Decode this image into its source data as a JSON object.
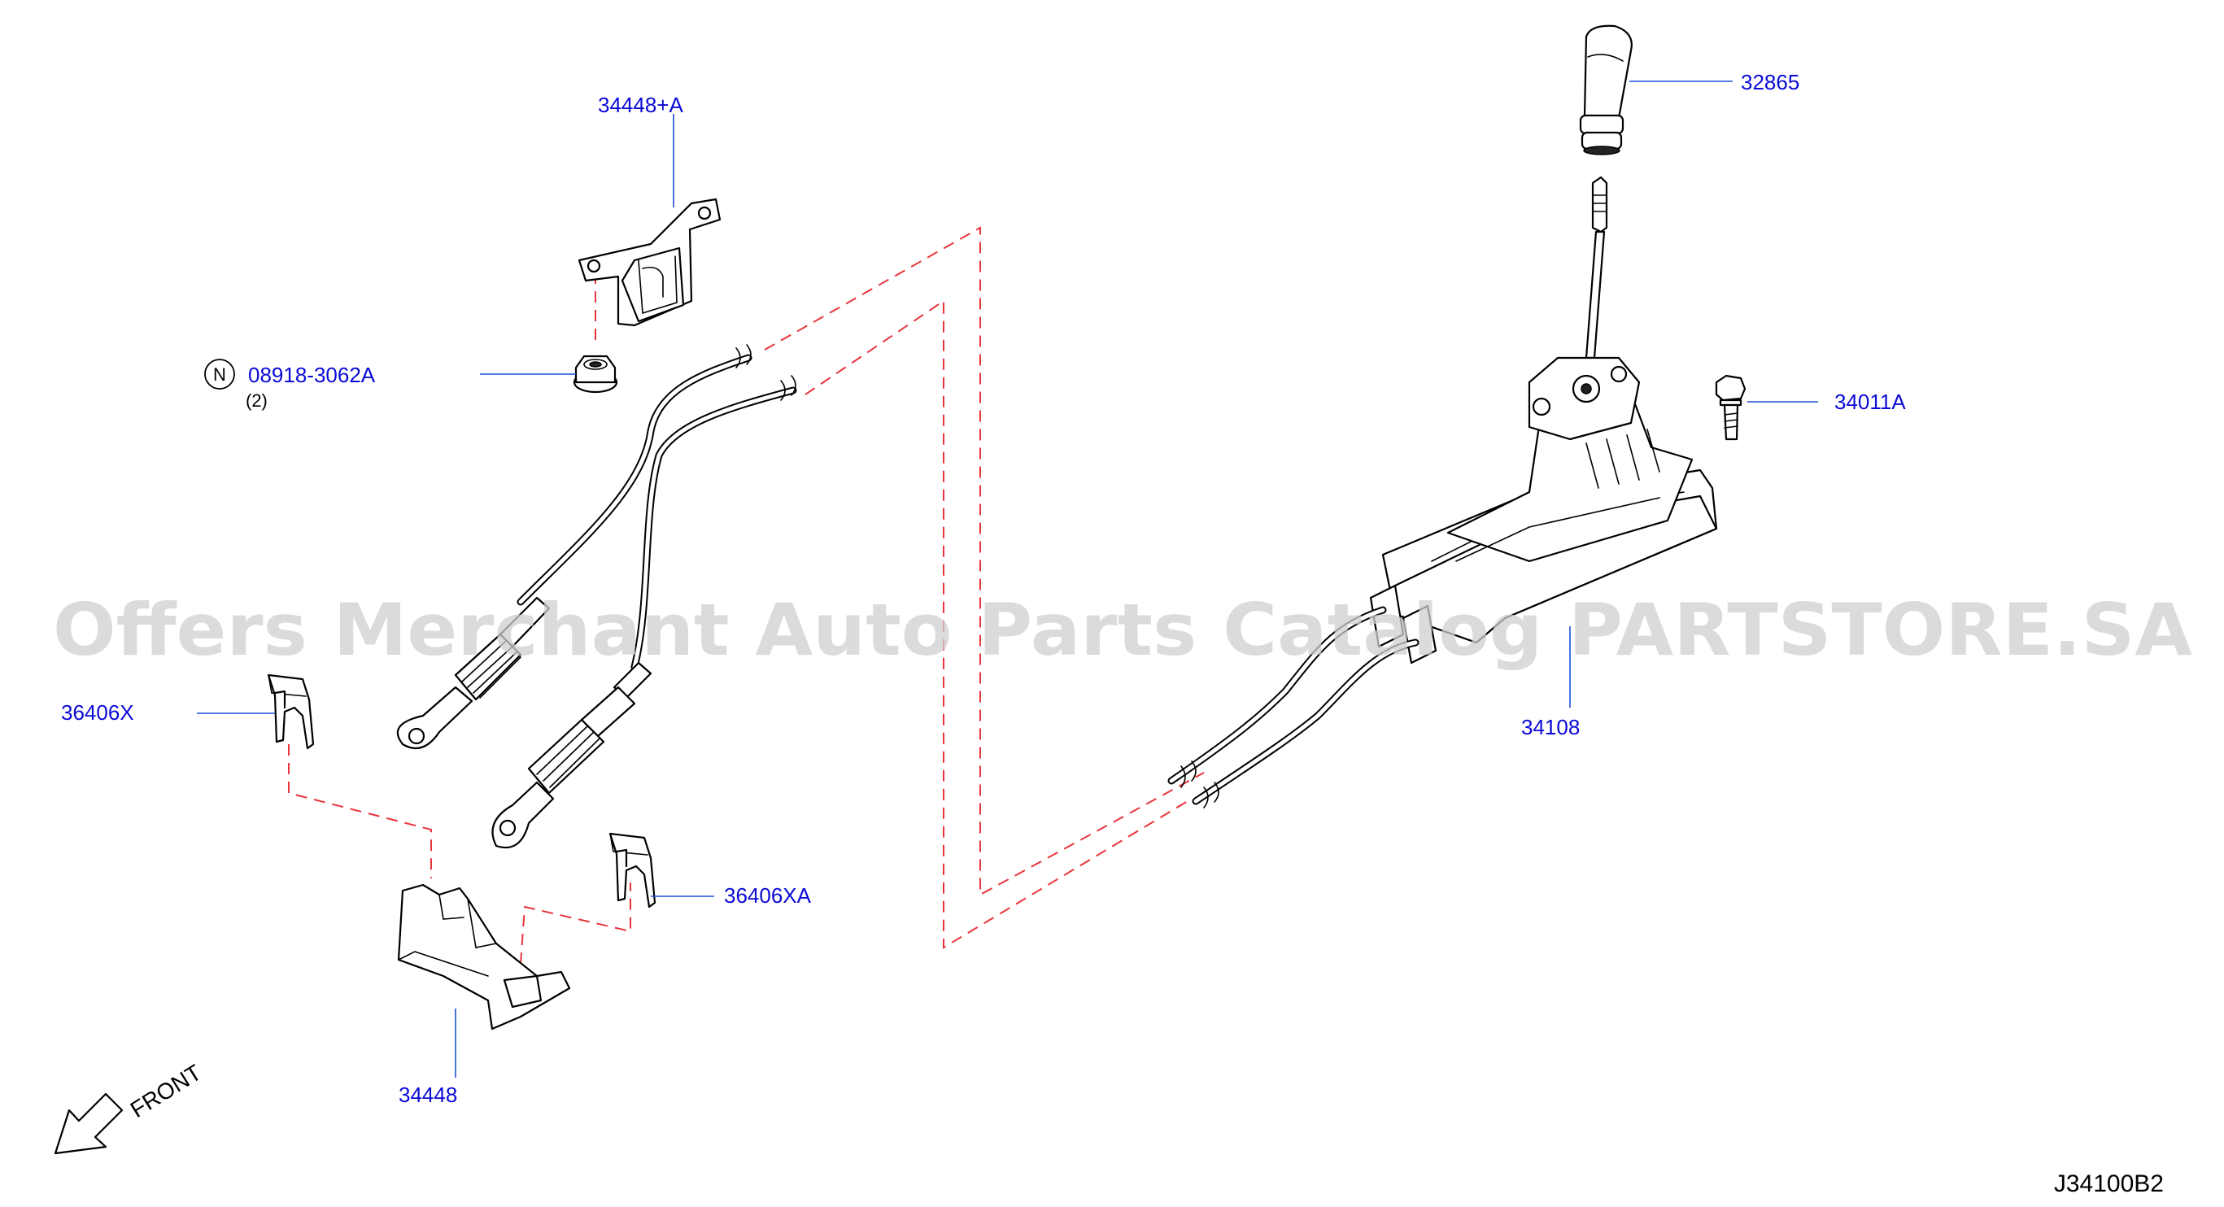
{
  "parts": {
    "bracket_upper": "34448+A",
    "nut": "08918-3062A",
    "nut_qty": "(2)",
    "nut_marker": "N",
    "clip_left": "36406X",
    "clip_right": "36406XA",
    "bracket_lower": "34448",
    "knob": "32865",
    "bolt": "34011A",
    "shifter": "34108"
  },
  "front_label": "FRONT",
  "diagram_code": "J34100B2",
  "watermark": "Offers Merchant Auto Parts Catalog PARTSTORE.SA",
  "colors": {
    "part_label": "#0a0ad6",
    "leader_line": "#1a4fd6",
    "dashed_line": "#e8343c",
    "watermark": "#cfcfcf"
  }
}
